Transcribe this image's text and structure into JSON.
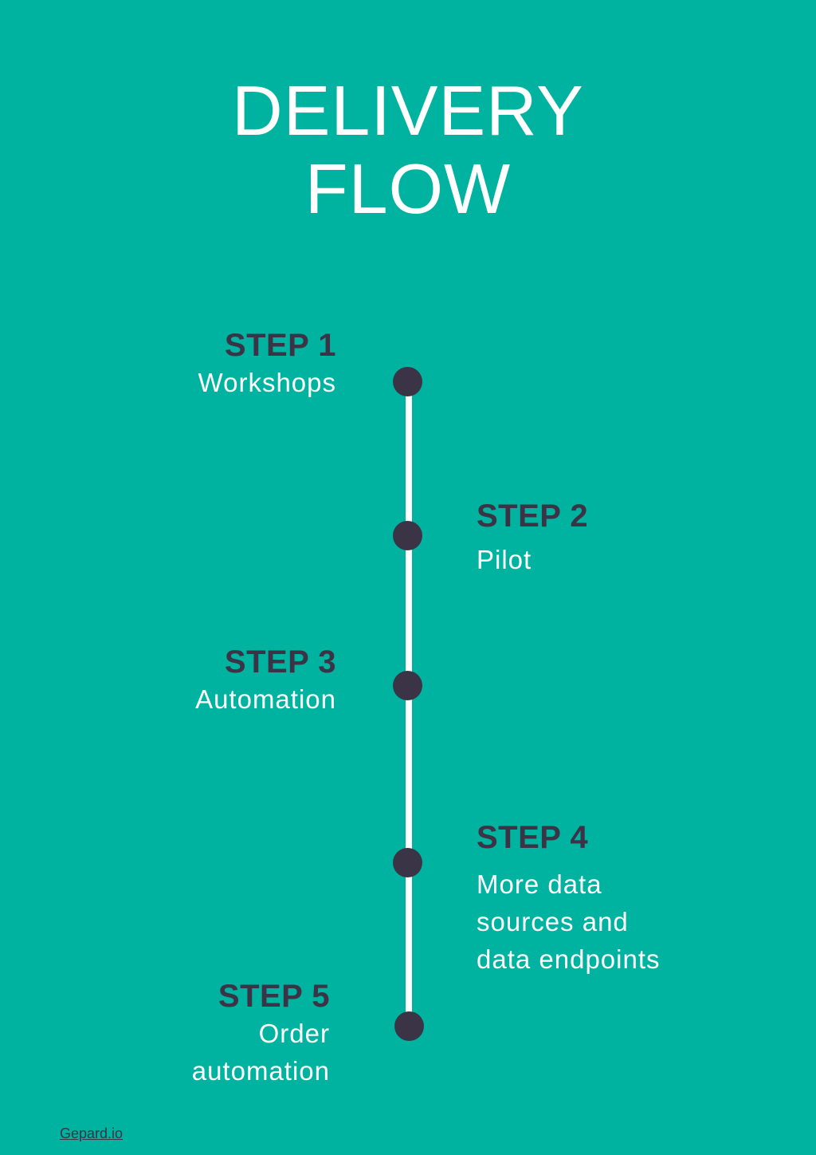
{
  "title": {
    "line1": "DELIVERY",
    "line2": "FLOW"
  },
  "steps": [
    {
      "label": "STEP 1",
      "desc_lines": [
        "Workshops"
      ]
    },
    {
      "label": "STEP 2",
      "desc_lines": [
        "Pilot"
      ]
    },
    {
      "label": "STEP 3",
      "desc_lines": [
        "Automation"
      ]
    },
    {
      "label": "STEP 4",
      "desc_lines": [
        "More data",
        "sources and",
        "data endpoints"
      ]
    },
    {
      "label": "STEP 5",
      "desc_lines": [
        "Order",
        "automation"
      ]
    }
  ],
  "colors": {
    "background": "#00b3a0",
    "dot": "#3b3346",
    "line": "#ffffff",
    "label": "#3b3346",
    "desc": "#ffffff"
  },
  "footer": {
    "link_text": "Gepard.io"
  }
}
